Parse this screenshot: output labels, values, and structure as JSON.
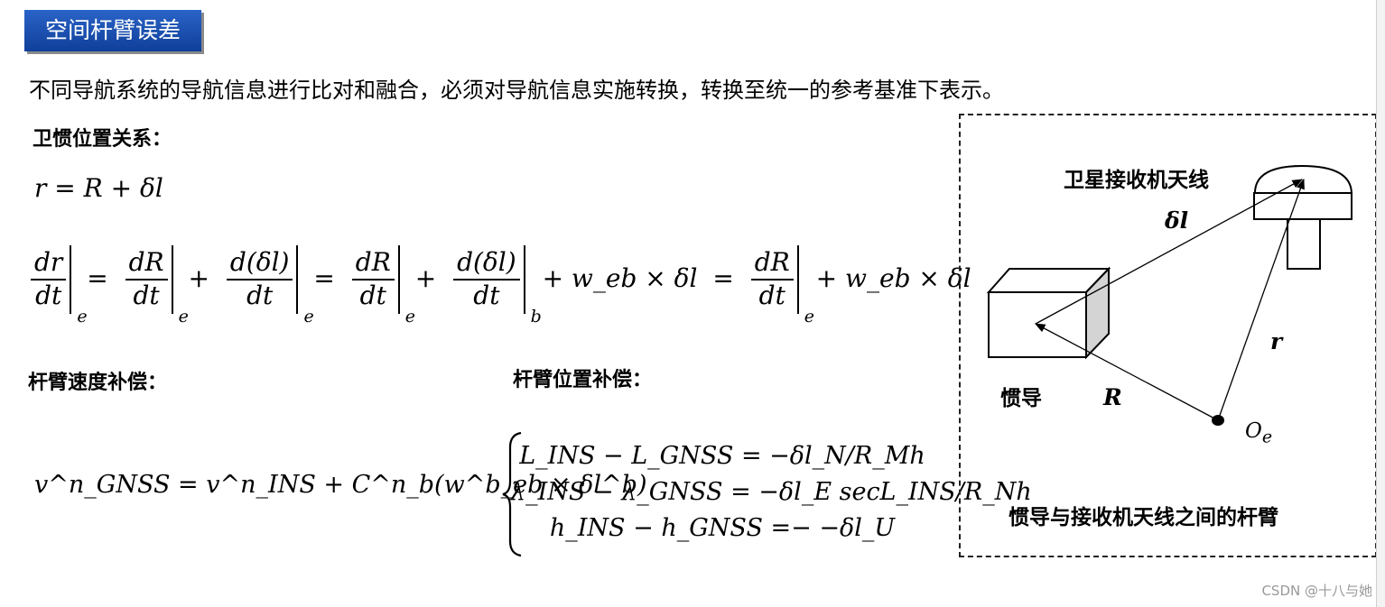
{
  "title": "空间杆臂误差",
  "intro": "不同导航系统的导航信息进行比对和融合，必须对导航信息实施转换，转换至统一的参考基准下表示。",
  "sections": {
    "position_relation": "卫惯位置关系：",
    "velocity_comp": "杆臂速度补偿：",
    "position_comp": "杆臂位置补偿："
  },
  "equations": {
    "eq1": "r = R + δl",
    "deriv": {
      "t1": {
        "num": "dr",
        "den": "dt",
        "sub": "e"
      },
      "t2": {
        "num": "dR",
        "den": "dt",
        "sub": "e"
      },
      "t3": {
        "num": "d(δl)",
        "den": "dt",
        "sub": "e"
      },
      "t4": {
        "num": "dR",
        "den": "dt",
        "sub": "e"
      },
      "t5": {
        "num": "d(δl)",
        "den": "dt",
        "sub": "b"
      },
      "w1": "+ w_eb × δl",
      "t6": {
        "num": "dR",
        "den": "dt",
        "sub": "e"
      },
      "w2": "+ w_eb × δl"
    },
    "velocity": "v^n_GNSS = v^n_INS + C^n_b(w^b_eb × δl^b)",
    "position_system": [
      "L_INS − L_GNSS = −δl_N/R_Mh",
      "λ_INS − λ_GNSS = −δl_E secL_INS/R_Nh",
      "h_INS − h_GNSS =− −δl_U"
    ]
  },
  "diagram": {
    "antenna_label": "卫星接收机天线",
    "ins_label": "惯导",
    "delta_l": "δl",
    "r": "r",
    "R": "R",
    "origin": "O",
    "origin_sub": "e",
    "caption": "惯导与接收机天线之间的杆臂"
  },
  "watermark": "CSDN @十八与她"
}
